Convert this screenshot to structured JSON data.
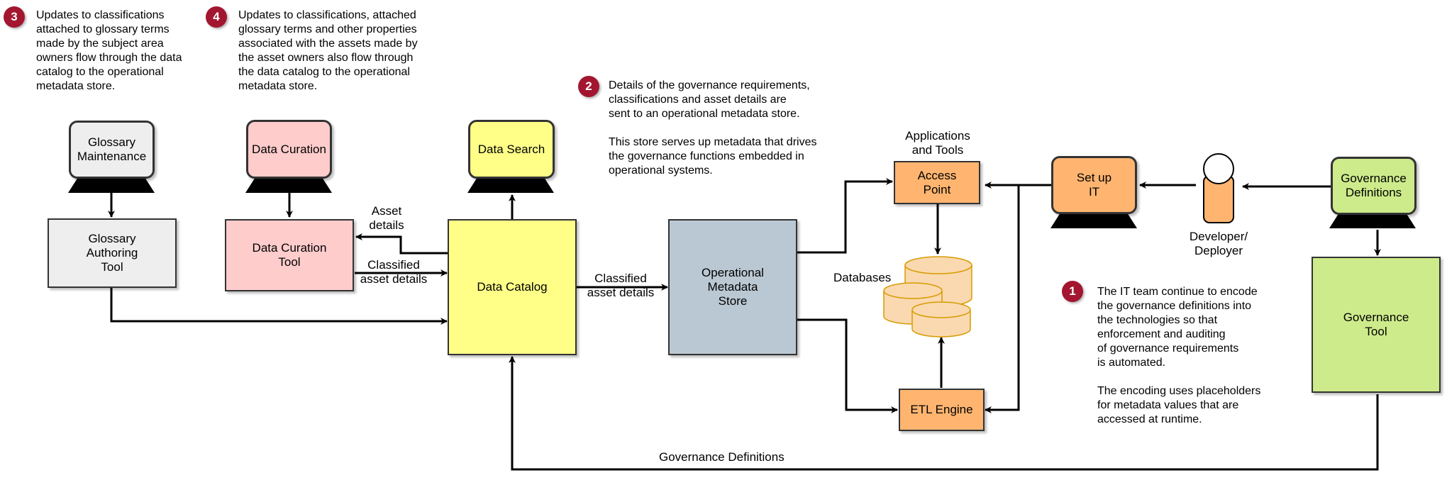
{
  "notes": {
    "n3": {
      "badge": "3",
      "text": "Updates to classifications\nattached to glossary terms\nmade by the subject area\nowners flow through the data\ncatalog to the operational\nmetadata store."
    },
    "n4": {
      "badge": "4",
      "text": "Updates to classifications, attached\nglossary terms and other properties\nassociated with the assets made by\nthe asset owners also flow through\nthe data catalog to the operational\nmetadata store."
    },
    "n2": {
      "badge": "2",
      "text": "Details of the governance requirements,\nclassifications and asset details are\nsent to an operational metadata store.\n\nThis store serves up metadata that drives\nthe governance functions embedded in\noperational systems."
    },
    "n1": {
      "badge": "1",
      "text": "The IT team continue to encode\nthe governance definitions into\nthe technologies so that\nenforcement and auditing\nof governance requirements\nis automated.\n\nThe encoding uses placeholders\nfor metadata values that are\naccessed at runtime."
    }
  },
  "screens": {
    "glossary_maintenance": "Glossary\nMaintenance",
    "data_curation": "Data Curation",
    "data_search": "Data Search",
    "set_up_it": "Set up\nIT",
    "governance_definitions": "Governance\nDefinitions"
  },
  "boxes": {
    "glossary_authoring_tool": "Glossary\nAuthoring\nTool",
    "data_curation_tool": "Data Curation\nTool",
    "data_catalog": "Data Catalog",
    "operational_metadata_store": "Operational\nMetadata\nStore",
    "access_point": "Access\nPoint",
    "etl_engine": "ETL Engine",
    "governance_tool": "Governance\nTool"
  },
  "labels": {
    "asset_details": "Asset\ndetails",
    "classified_asset_details_left": "Classified\nasset details",
    "classified_asset_details_right": "Classified\nasset details",
    "applications_and_tools": "Applications\nand Tools",
    "databases": "Databases",
    "developer_deployer": "Developer/\nDeployer",
    "governance_definitions_flow": "Governance Definitions"
  },
  "colors": {
    "badge": "#a3162f",
    "glossary": "#eeeeee",
    "curation": "#ffcccc",
    "catalog": "#ffff88",
    "metadata_store": "#bac8d3",
    "orange": "#ffb570",
    "database_fill": "#fad9b0",
    "database_stroke": "#d79b00",
    "governance_green": "#cdeb8b"
  }
}
